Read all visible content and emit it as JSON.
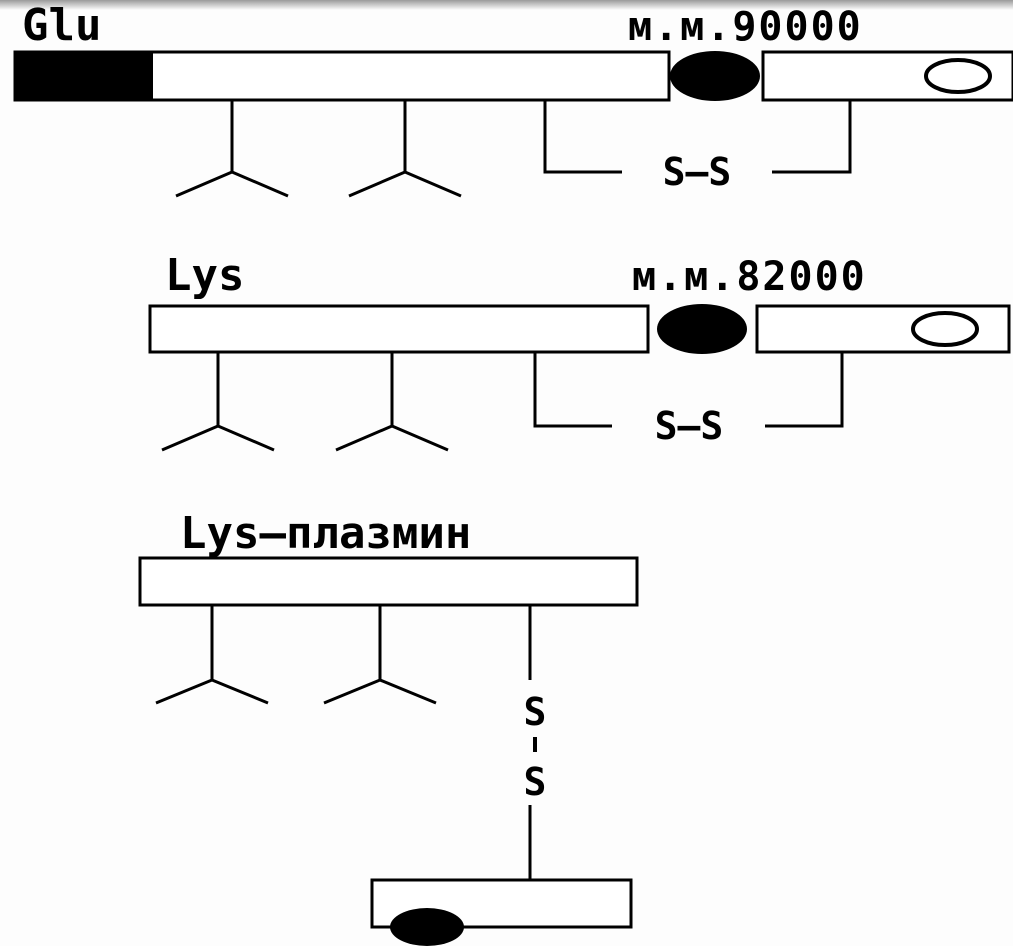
{
  "molecules": [
    {
      "name": "Glu",
      "mass_label": "м.м.90000",
      "bridge_label": "S–S"
    },
    {
      "name": "Lys",
      "mass_label": "м.м.82000",
      "bridge_label": "S–S"
    },
    {
      "name": "Lys–плазмин",
      "bridge_label_top": "S",
      "bridge_label_bottom": "S"
    }
  ],
  "colors": {
    "line": "#000000",
    "fill": "#ffffff",
    "background": "#fdfdfd"
  }
}
